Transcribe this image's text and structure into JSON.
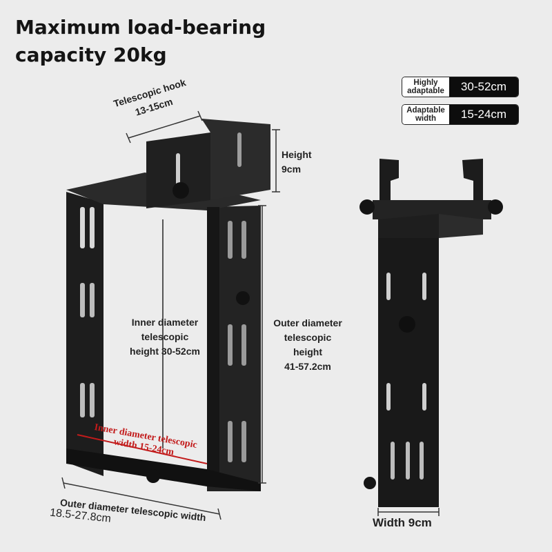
{
  "headline": {
    "line1": "Maximum load-bearing",
    "line2": "capacity 20kg"
  },
  "badges": [
    {
      "label_line1": "Highly",
      "label_line2": "adaptable",
      "value": "30-52cm"
    },
    {
      "label_line1": "Adaptable",
      "label_line2": "width",
      "value": "15-24cm"
    }
  ],
  "annotations": {
    "hook_line1": "Telescopic hook",
    "hook_line2": "13-15cm",
    "height_line1": "Height",
    "height_line2": "9cm",
    "inner_height_line1": "Inner diameter",
    "inner_height_line2": "telescopic",
    "inner_height_line3": "height 30-52cm",
    "outer_height_line1": "Outer diameter",
    "outer_height_line2": "telescopic",
    "outer_height_line3": "height",
    "outer_height_line4": "41-57.2cm",
    "inner_width_line1": "Inner diameter telescopic",
    "inner_width_line2": "width 15-24cm",
    "outer_width_line1": "Outer diameter telescopic width",
    "outer_width_line2": "18.5-27.8cm",
    "side_width": "Width 9cm"
  },
  "colors": {
    "background": "#ececec",
    "bracket_dark": "#1a1a1a",
    "bracket_mid": "#2e2e2e",
    "inner_width_red": "#c21b1b"
  }
}
